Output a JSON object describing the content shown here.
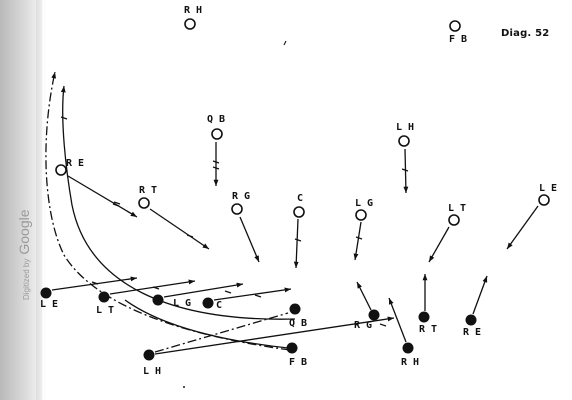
{
  "figure_label": "Diag. 52",
  "watermark": {
    "prefix": "Digitized by",
    "brand": "Google"
  },
  "offense": [
    {
      "label": "L E"
    },
    {
      "label": "L T"
    },
    {
      "label": "L G"
    },
    {
      "label": "C"
    },
    {
      "label": "Q B"
    },
    {
      "label": "R G"
    },
    {
      "label": "R T"
    },
    {
      "label": "R E"
    },
    {
      "label": "L H"
    },
    {
      "label": "F B"
    },
    {
      "label": "R H"
    }
  ],
  "defense": [
    {
      "label": "R H"
    },
    {
      "label": "F B"
    },
    {
      "label": "Q B"
    },
    {
      "label": "L H"
    },
    {
      "label": "R E"
    },
    {
      "label": "R T"
    },
    {
      "label": "R G"
    },
    {
      "label": "C"
    },
    {
      "label": "L G"
    },
    {
      "label": "L T"
    },
    {
      "label": "L E"
    }
  ]
}
